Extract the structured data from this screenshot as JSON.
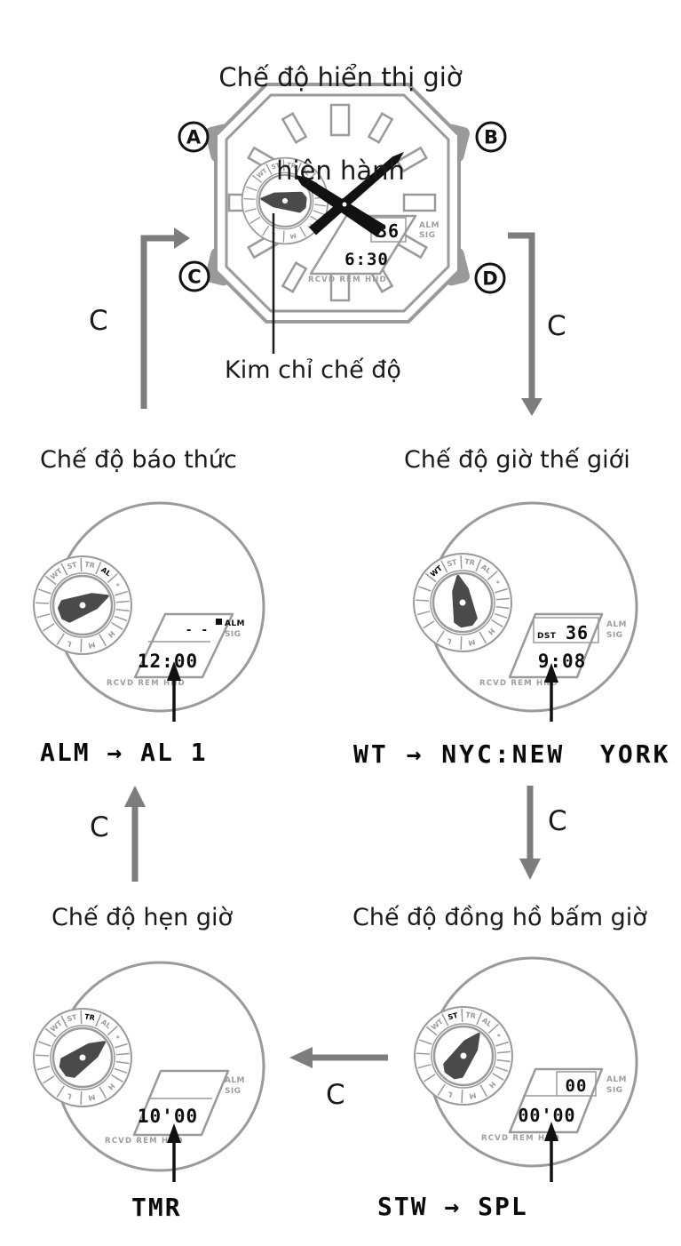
{
  "title": {
    "line1": "Chế độ hiển thị giờ",
    "line2": "hiện hành"
  },
  "main_watch": {
    "callout": "Kim chỉ chế độ",
    "buttons": {
      "a": "A",
      "b": "B",
      "c": "C",
      "d": "D"
    },
    "display": {
      "seconds": "36",
      "time": "6:30"
    }
  },
  "nav_key": "C",
  "subdial": {
    "wt": "WT",
    "st": "ST",
    "tr": "TR",
    "al": "AL",
    "star": "*",
    "h": "H",
    "m": "M",
    "l": "L"
  },
  "lcd_labels": {
    "alm": "ALM",
    "sig": "SIG",
    "status": "RCVD REM HND"
  },
  "modes": {
    "alarm": {
      "heading": "Chế độ báo thức",
      "caption": "ALM → AL 1",
      "dashes": "- -",
      "time": "12:00"
    },
    "world_time": {
      "heading": "Chế độ giờ thế giới",
      "caption": "WT → NYC:NEW  YORK",
      "dst": "DST",
      "seconds": "36",
      "time": "9:08"
    },
    "timer": {
      "heading": "Chế độ hẹn giờ",
      "caption": "TMR",
      "time": "10'00"
    },
    "stopwatch": {
      "heading": "Chế độ đồng hồ bấm giờ",
      "caption": "STW → SPL",
      "upper": "00",
      "time": "00'00"
    }
  },
  "colors": {
    "outline": "#9a9a9a",
    "arrow": "#7d7d7d",
    "hand": "#4a4a4a",
    "ink": "#111111",
    "lcd_label": "#9e9e9e"
  }
}
